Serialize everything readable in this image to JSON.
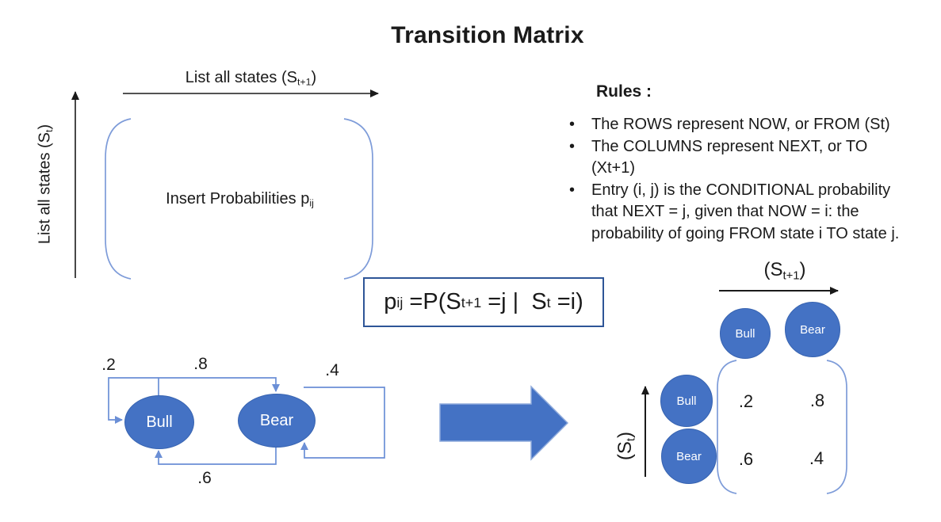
{
  "title": "Transition Matrix",
  "left_matrix": {
    "x_axis": {
      "text": "List all states (S",
      "sub": "t+1",
      "end": ")"
    },
    "y_axis": {
      "text": "List all states (S",
      "sub": "t",
      "end": ")"
    },
    "body": {
      "text": "Insert Probabilities p",
      "sub": "ij"
    }
  },
  "rules": {
    "heading": "Rules :",
    "bullets": [
      "The ROWS represent NOW, or FROM (St)",
      "The COLUMNS represent NEXT, or TO (Xt+1)",
      "Entry (i, j) is the CONDITIONAL probability that NEXT = j, given that NOW = i: the probability of going FROM state i TO state j."
    ]
  },
  "formula": {
    "p1": "p",
    "sub1": "ij",
    "p2": " =P(S",
    "sub2": "t+1",
    "p3": " =j |  S",
    "sub3": "t",
    "p4": " =i)"
  },
  "state_diagram": {
    "bull": "Bull",
    "bear": "Bear",
    "prob_bull_bull": ".2",
    "prob_bull_bear": ".8",
    "prob_bear_bull": ".6",
    "prob_bear_bear": ".4"
  },
  "result_matrix": {
    "x_axis": {
      "text": "(S",
      "sub": "t+1",
      "end": ")"
    },
    "y_axis": {
      "text": "(S",
      "sub": "t",
      "end": ")"
    },
    "col_headers": [
      "Bull",
      "Bear"
    ],
    "row_headers": [
      "Bull",
      "Bear"
    ],
    "values": [
      [
        ".2",
        ".8"
      ],
      [
        ".6",
        ".4"
      ]
    ]
  },
  "colors": {
    "shape_blue": "#4472C4",
    "shape_border": "#3763b0",
    "connector_blue": "#6b8fd6",
    "bracket_blue": "#7e9cd9",
    "formula_border": "#2E5597",
    "arrow_black": "#1a1a1a"
  }
}
